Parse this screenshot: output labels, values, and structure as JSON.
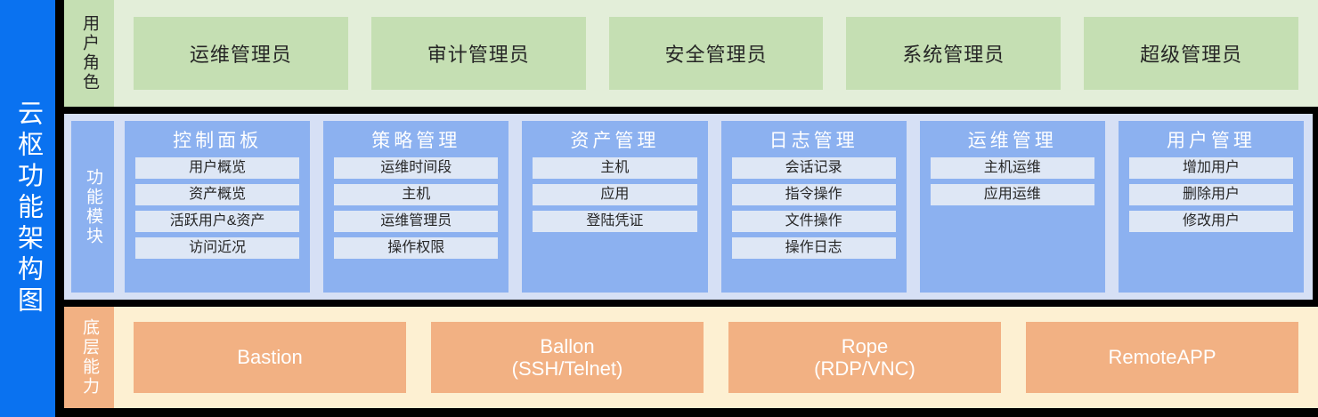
{
  "diagram": {
    "title": "云枢功能架构图",
    "colors": {
      "title_bar_bg": "#0a72f0",
      "roles_band_bg": "#e3eed9",
      "roles_card_bg": "#c5dfb3",
      "modules_band_bg": "#d6e0f5",
      "modules_card_bg": "#8cb1f0",
      "modules_item_bg": "#dee7f5",
      "base_band_bg": "#fdf0d2",
      "base_card_bg": "#f2b183",
      "divider": "#000000"
    }
  },
  "roles": {
    "label": "用户角色",
    "cards": [
      {
        "label": "运维管理员"
      },
      {
        "label": "审计管理员"
      },
      {
        "label": "安全管理员"
      },
      {
        "label": "系统管理员"
      },
      {
        "label": "超级管理员"
      }
    ]
  },
  "modules": {
    "label": "功能模块",
    "cards": [
      {
        "title": "控制面板",
        "items": [
          "用户概览",
          "资产概览",
          "活跃用户&资产",
          "访问近况"
        ]
      },
      {
        "title": "策略管理",
        "items": [
          "运维时间段",
          "主机",
          "运维管理员",
          "操作权限"
        ]
      },
      {
        "title": "资产管理",
        "items": [
          "主机",
          "应用",
          "登陆凭证"
        ]
      },
      {
        "title": "日志管理",
        "items": [
          "会话记录",
          "指令操作",
          "文件操作",
          "操作日志"
        ]
      },
      {
        "title": "运维管理",
        "items": [
          "主机运维",
          "应用运维"
        ]
      },
      {
        "title": "用户管理",
        "items": [
          "增加用户",
          "删除用户",
          "修改用户"
        ]
      }
    ]
  },
  "base": {
    "label": "底层能力",
    "cards": [
      {
        "label": "Bastion"
      },
      {
        "label": "Ballon\n(SSH/Telnet)"
      },
      {
        "label": "Rope\n(RDP/VNC)"
      },
      {
        "label": "RemoteAPP"
      }
    ]
  }
}
